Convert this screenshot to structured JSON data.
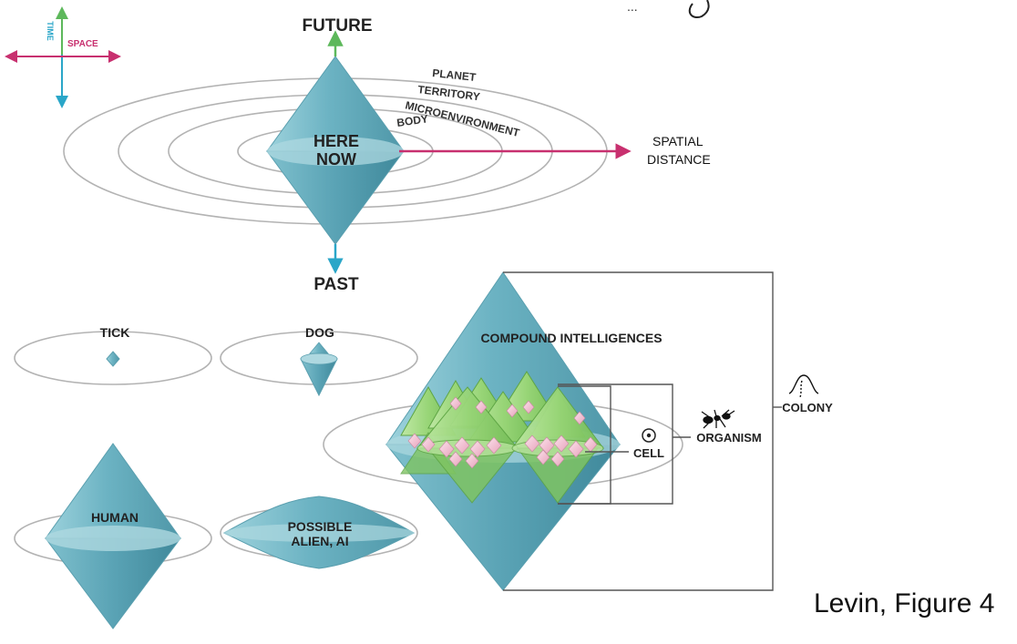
{
  "legend": {
    "time": "TIME",
    "space": "SPACE"
  },
  "axes": {
    "future": "FUTURE",
    "past": "PAST",
    "spatial_line1": "SPATIAL",
    "spatial_line2": "DISTANCE"
  },
  "center": {
    "line1": "HERE",
    "line2": "NOW"
  },
  "rings": {
    "planet": "PLANET",
    "territory": "TERRITORY",
    "microenvironment": "MICROENVIRONMENT",
    "body": "BODY"
  },
  "agents": {
    "tick": "TICK",
    "dog": "DOG",
    "human": "HUMAN",
    "alien_line1": "POSSIBLE",
    "alien_line2": "ALIEN, AI",
    "compound": "COMPOUND INTELLIGENCES",
    "cell": "CELL",
    "organism": "ORGANISM",
    "colony": "COLONY"
  },
  "top_marks": "...",
  "caption": "Levin, Figure 4",
  "colors": {
    "time_axis": "#2aa6c8",
    "future_axis": "#5db85b",
    "space_axis": "#c8306f",
    "cone": "#6fb2c1",
    "green_cone": "#8fd06a",
    "pink": "#f2b9cd"
  }
}
